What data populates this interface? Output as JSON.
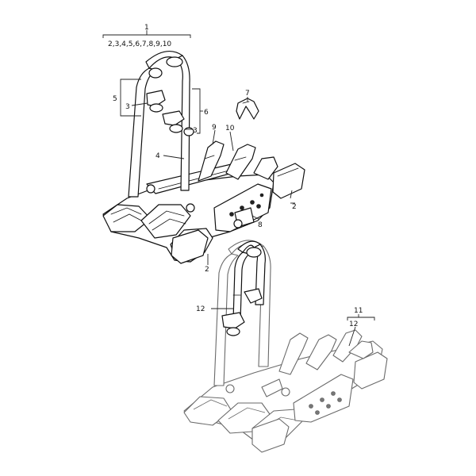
{
  "callouts": {
    "c1": "1",
    "c1_sub": "2,3,4,5,6,7,8,9,10",
    "c2a": "2",
    "c2b": "2",
    "c3a": "3",
    "c3b": "3",
    "c4": "4",
    "c5": "5",
    "c6": "6",
    "c7": "7",
    "c8": "8",
    "c9": "9",
    "c10": "10",
    "c11": "11",
    "c12a": "12",
    "c12b": "12"
  }
}
